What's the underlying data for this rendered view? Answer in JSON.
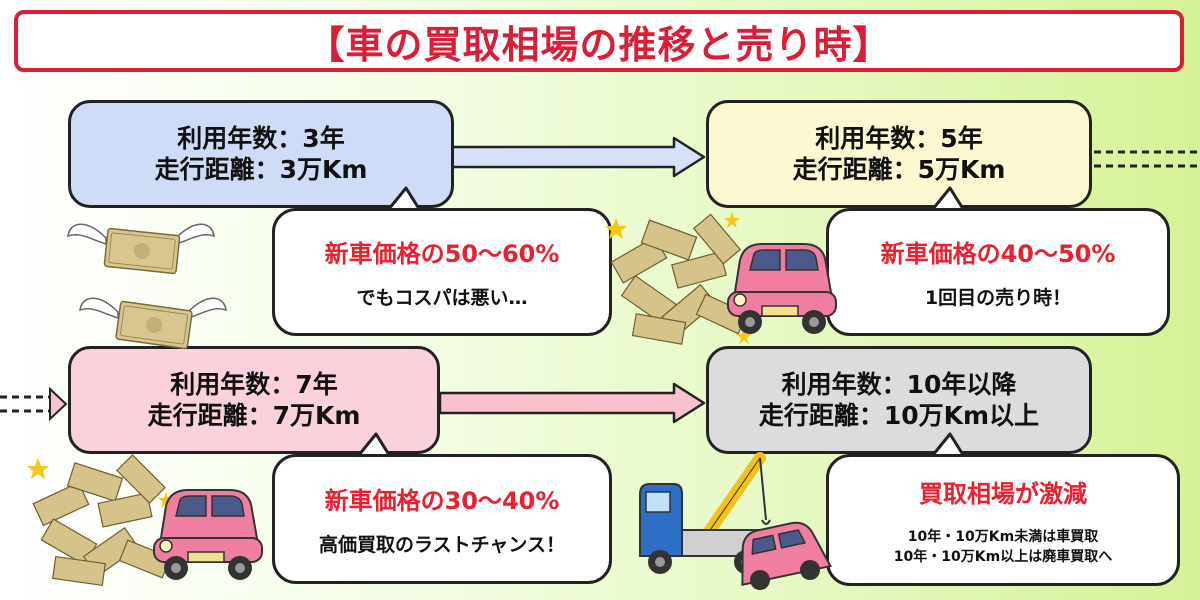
{
  "title": "【車の買取相場の推移と売り時】",
  "stages": [
    {
      "years": "利用年数：3年",
      "mileage": "走行距離：3万Km",
      "box_color": "#cfdcf7",
      "price": "新車価格の50〜60%",
      "note": "でもコスパは悪い…"
    },
    {
      "years": "利用年数：5年",
      "mileage": "走行距離：5万Km",
      "box_color": "#fbf8d2",
      "price": "新車価格の40〜50%",
      "note": "1回目の売り時！"
    },
    {
      "years": "利用年数：7年",
      "mileage": "走行距離：7万Km",
      "box_color": "#fbd1dc",
      "price": "新車価格の30〜40%",
      "note": "高価買取のラストチャンス！"
    },
    {
      "years": "利用年数：10年以降",
      "mileage": "走行距離：10万Km以上",
      "box_color": "#dcdcdc",
      "price": "買取相場が激減",
      "note_lines": [
        "10年・10万Km未満は車買取",
        "10年・10万Km以上は廃車買取へ"
      ]
    }
  ],
  "colors": {
    "accent": "#d91e36",
    "highlight": "#e8202f",
    "arrow_blue": "#d6e0f7",
    "arrow_pink": "#f7c1cd"
  },
  "icons": [
    "flying-money-icon",
    "money-pile-icon",
    "pink-car-icon",
    "tow-truck-icon"
  ]
}
